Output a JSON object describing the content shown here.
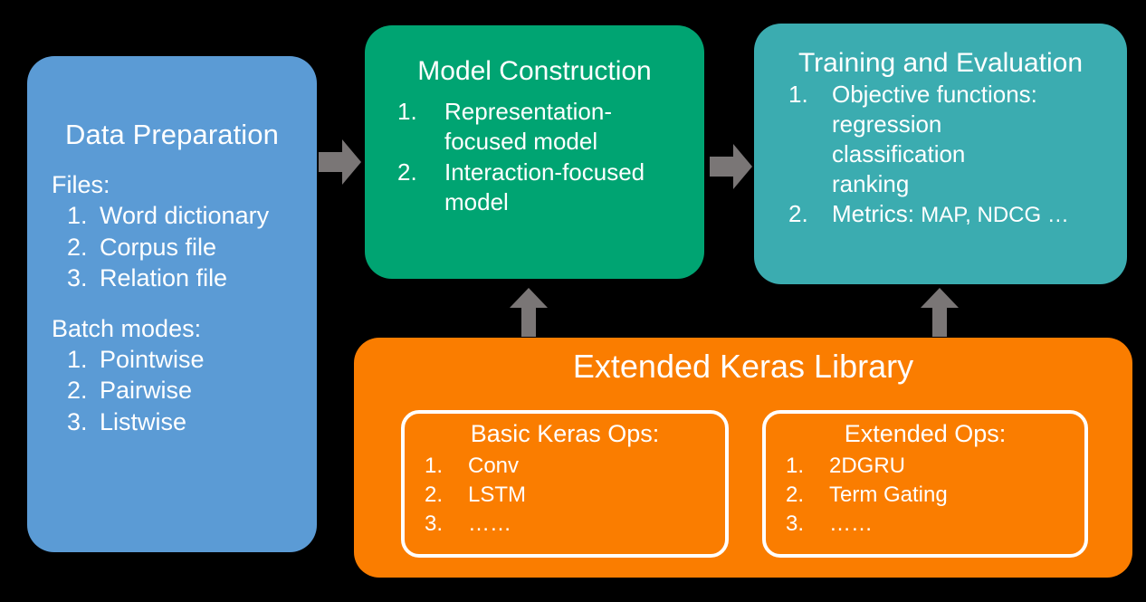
{
  "colors": {
    "background": "#000000",
    "data_prep": "#5B9BD5",
    "model_construction": "#00A472",
    "training_evaluation": "#3BACB0",
    "keras_library": "#FA7D00",
    "arrow": "#7A7676",
    "text": "#FFFFFF"
  },
  "data_prep": {
    "title": "Data Preparation",
    "files_label": "Files:",
    "files": [
      {
        "num": "1.",
        "text": "Word dictionary"
      },
      {
        "num": "2.",
        "text": "Corpus file"
      },
      {
        "num": "3.",
        "text": "Relation file"
      }
    ],
    "batch_label": "Batch modes:",
    "batch_modes": [
      {
        "num": "1.",
        "text": "Pointwise"
      },
      {
        "num": "2.",
        "text": "Pairwise"
      },
      {
        "num": "3.",
        "text": "Listwise"
      }
    ]
  },
  "model_construction": {
    "title": "Model Construction",
    "items": [
      {
        "num": "1.",
        "text": "Representation-focused model"
      },
      {
        "num": "2.",
        "text": "Interaction-focused model"
      }
    ]
  },
  "training_evaluation": {
    "title": "Training and Evaluation",
    "items": [
      {
        "num": "1.",
        "text": "Objective functions:",
        "sublines": [
          "regression",
          "classification",
          "ranking"
        ]
      },
      {
        "num": "2.",
        "text": "Metrics: ",
        "text_small": "MAP, NDCG …"
      }
    ]
  },
  "keras_library": {
    "title": "Extended Keras Library",
    "basic_ops": {
      "title": "Basic Keras Ops:",
      "items": [
        {
          "num": "1.",
          "text": "Conv"
        },
        {
          "num": "2.",
          "text": "LSTM"
        },
        {
          "num": "3.",
          "text": "……"
        }
      ]
    },
    "extended_ops": {
      "title": "Extended Ops:",
      "items": [
        {
          "num": "1.",
          "text": "2DGRU"
        },
        {
          "num": "2.",
          "text": "Term Gating"
        },
        {
          "num": "3.",
          "text": "……"
        }
      ]
    }
  },
  "arrows": [
    {
      "name": "arrow-data-prep-to-model",
      "direction": "right"
    },
    {
      "name": "arrow-model-to-training",
      "direction": "right"
    },
    {
      "name": "arrow-keras-to-model",
      "direction": "up"
    },
    {
      "name": "arrow-keras-to-training",
      "direction": "up"
    }
  ]
}
